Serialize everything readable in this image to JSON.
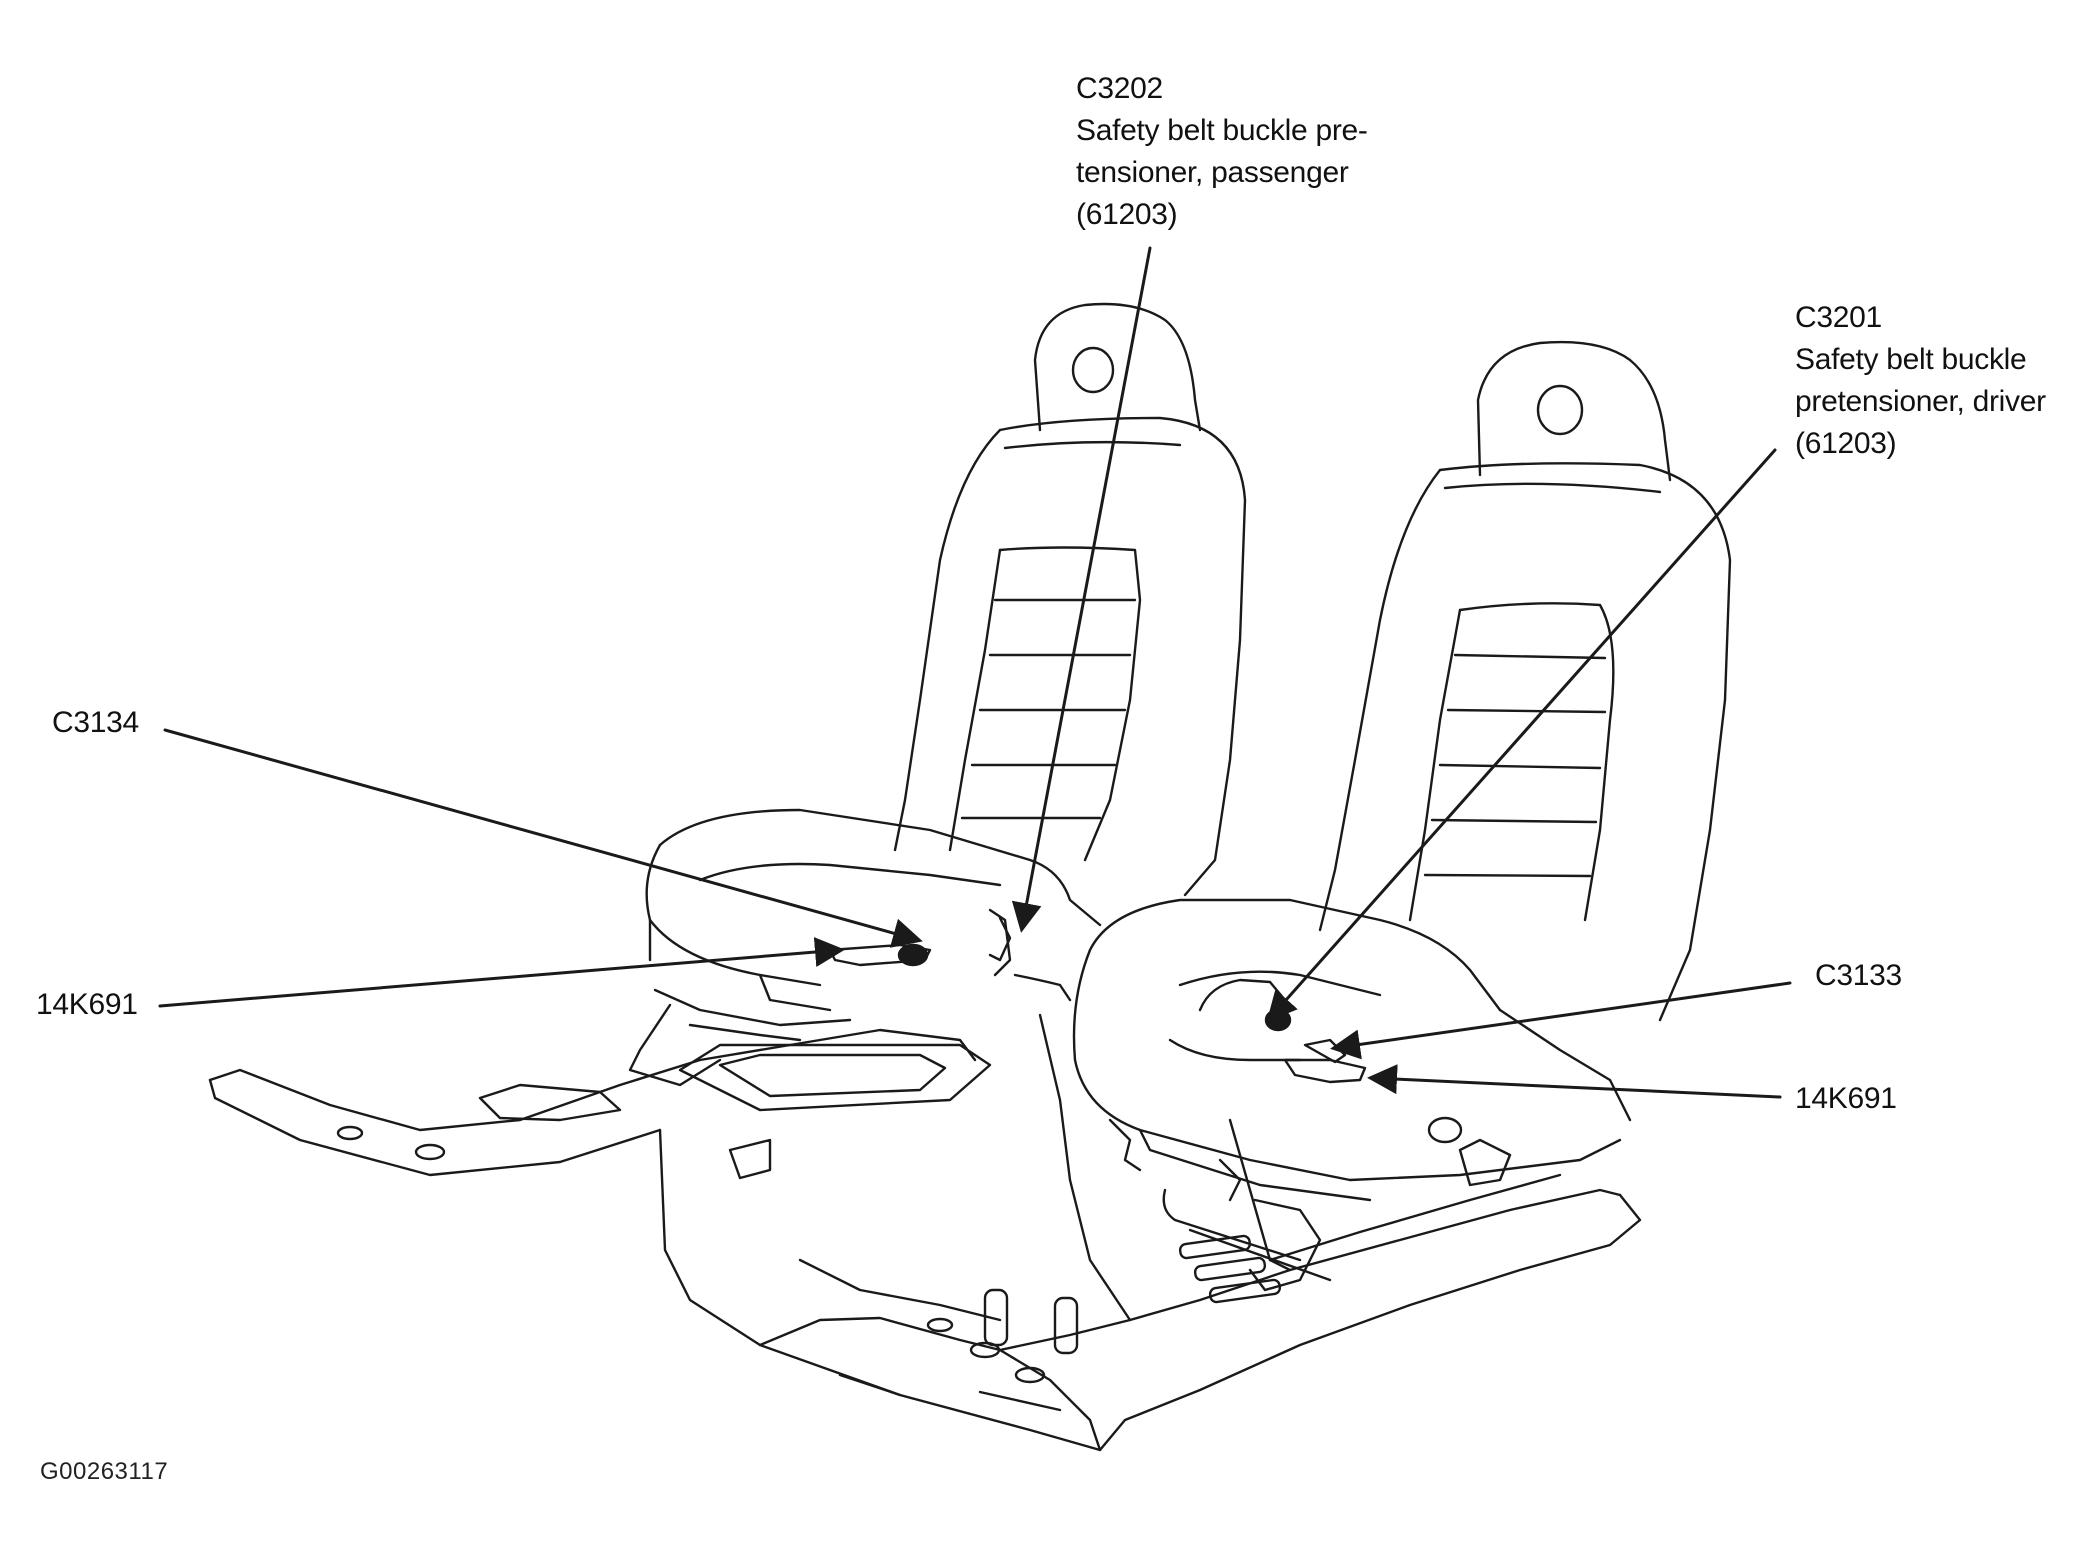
{
  "callouts": {
    "c3202": {
      "code": "C3202",
      "desc_line1": "Safety belt buckle pre-",
      "desc_line2": "tensioner, passenger",
      "part": "(61203)"
    },
    "c3201": {
      "code": "C3201",
      "desc_line1": "Safety belt buckle",
      "desc_line2": "pretensioner, driver",
      "part": "(61203)"
    },
    "c3134": {
      "code": "C3134"
    },
    "c3133": {
      "code": "C3133"
    },
    "harness_left": {
      "code": "14K691"
    },
    "harness_right": {
      "code": "14K691"
    }
  },
  "figure_id": "G00263117",
  "colors": {
    "line": "#1a1a1a",
    "background": "#ffffff"
  }
}
